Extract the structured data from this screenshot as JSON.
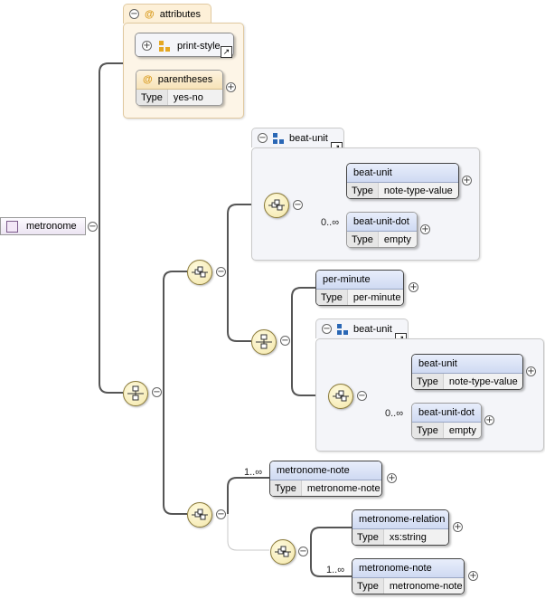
{
  "root": {
    "label": "metronome"
  },
  "attributes": {
    "group_label": "attributes",
    "print_style": "print-style",
    "parentheses": {
      "name": "parentheses",
      "type_key": "Type",
      "type_value": "yes-no"
    }
  },
  "choice1": {
    "group_label": "beat-unit",
    "beat_unit": {
      "name": "beat-unit",
      "type_key": "Type",
      "type_value": "note-type-value"
    },
    "beat_unit_dot": {
      "name": "beat-unit-dot",
      "type_key": "Type",
      "type_value": "empty",
      "occurs": "0..∞"
    }
  },
  "per_minute_branch": {
    "per_minute": {
      "name": "per-minute",
      "type_key": "Type",
      "type_value": "per-minute"
    },
    "group_label": "beat-unit",
    "beat_unit": {
      "name": "beat-unit",
      "type_key": "Type",
      "type_value": "note-type-value"
    },
    "beat_unit_dot": {
      "name": "beat-unit-dot",
      "type_key": "Type",
      "type_value": "empty",
      "occurs": "0..∞"
    }
  },
  "note_branch": {
    "metronome_note": {
      "name": "metronome-note",
      "type_key": "Type",
      "type_value": "metronome-note",
      "occurs": "1..∞"
    },
    "metronome_relation": {
      "name": "metronome-relation",
      "type_key": "Type",
      "type_value": "xs:string"
    },
    "metronome_note2": {
      "name": "metronome-note",
      "type_key": "Type",
      "type_value": "metronome-note",
      "occurs": "1..∞"
    }
  },
  "symbols": {
    "minus": "−",
    "plus": "+",
    "at": "@",
    "link": "↗"
  },
  "colors": {
    "element_header": "#cfdaf2",
    "attribute_header": "#f7e3b8",
    "compositor": "#f3e6a8",
    "group_bg": "#f4f5f9"
  }
}
